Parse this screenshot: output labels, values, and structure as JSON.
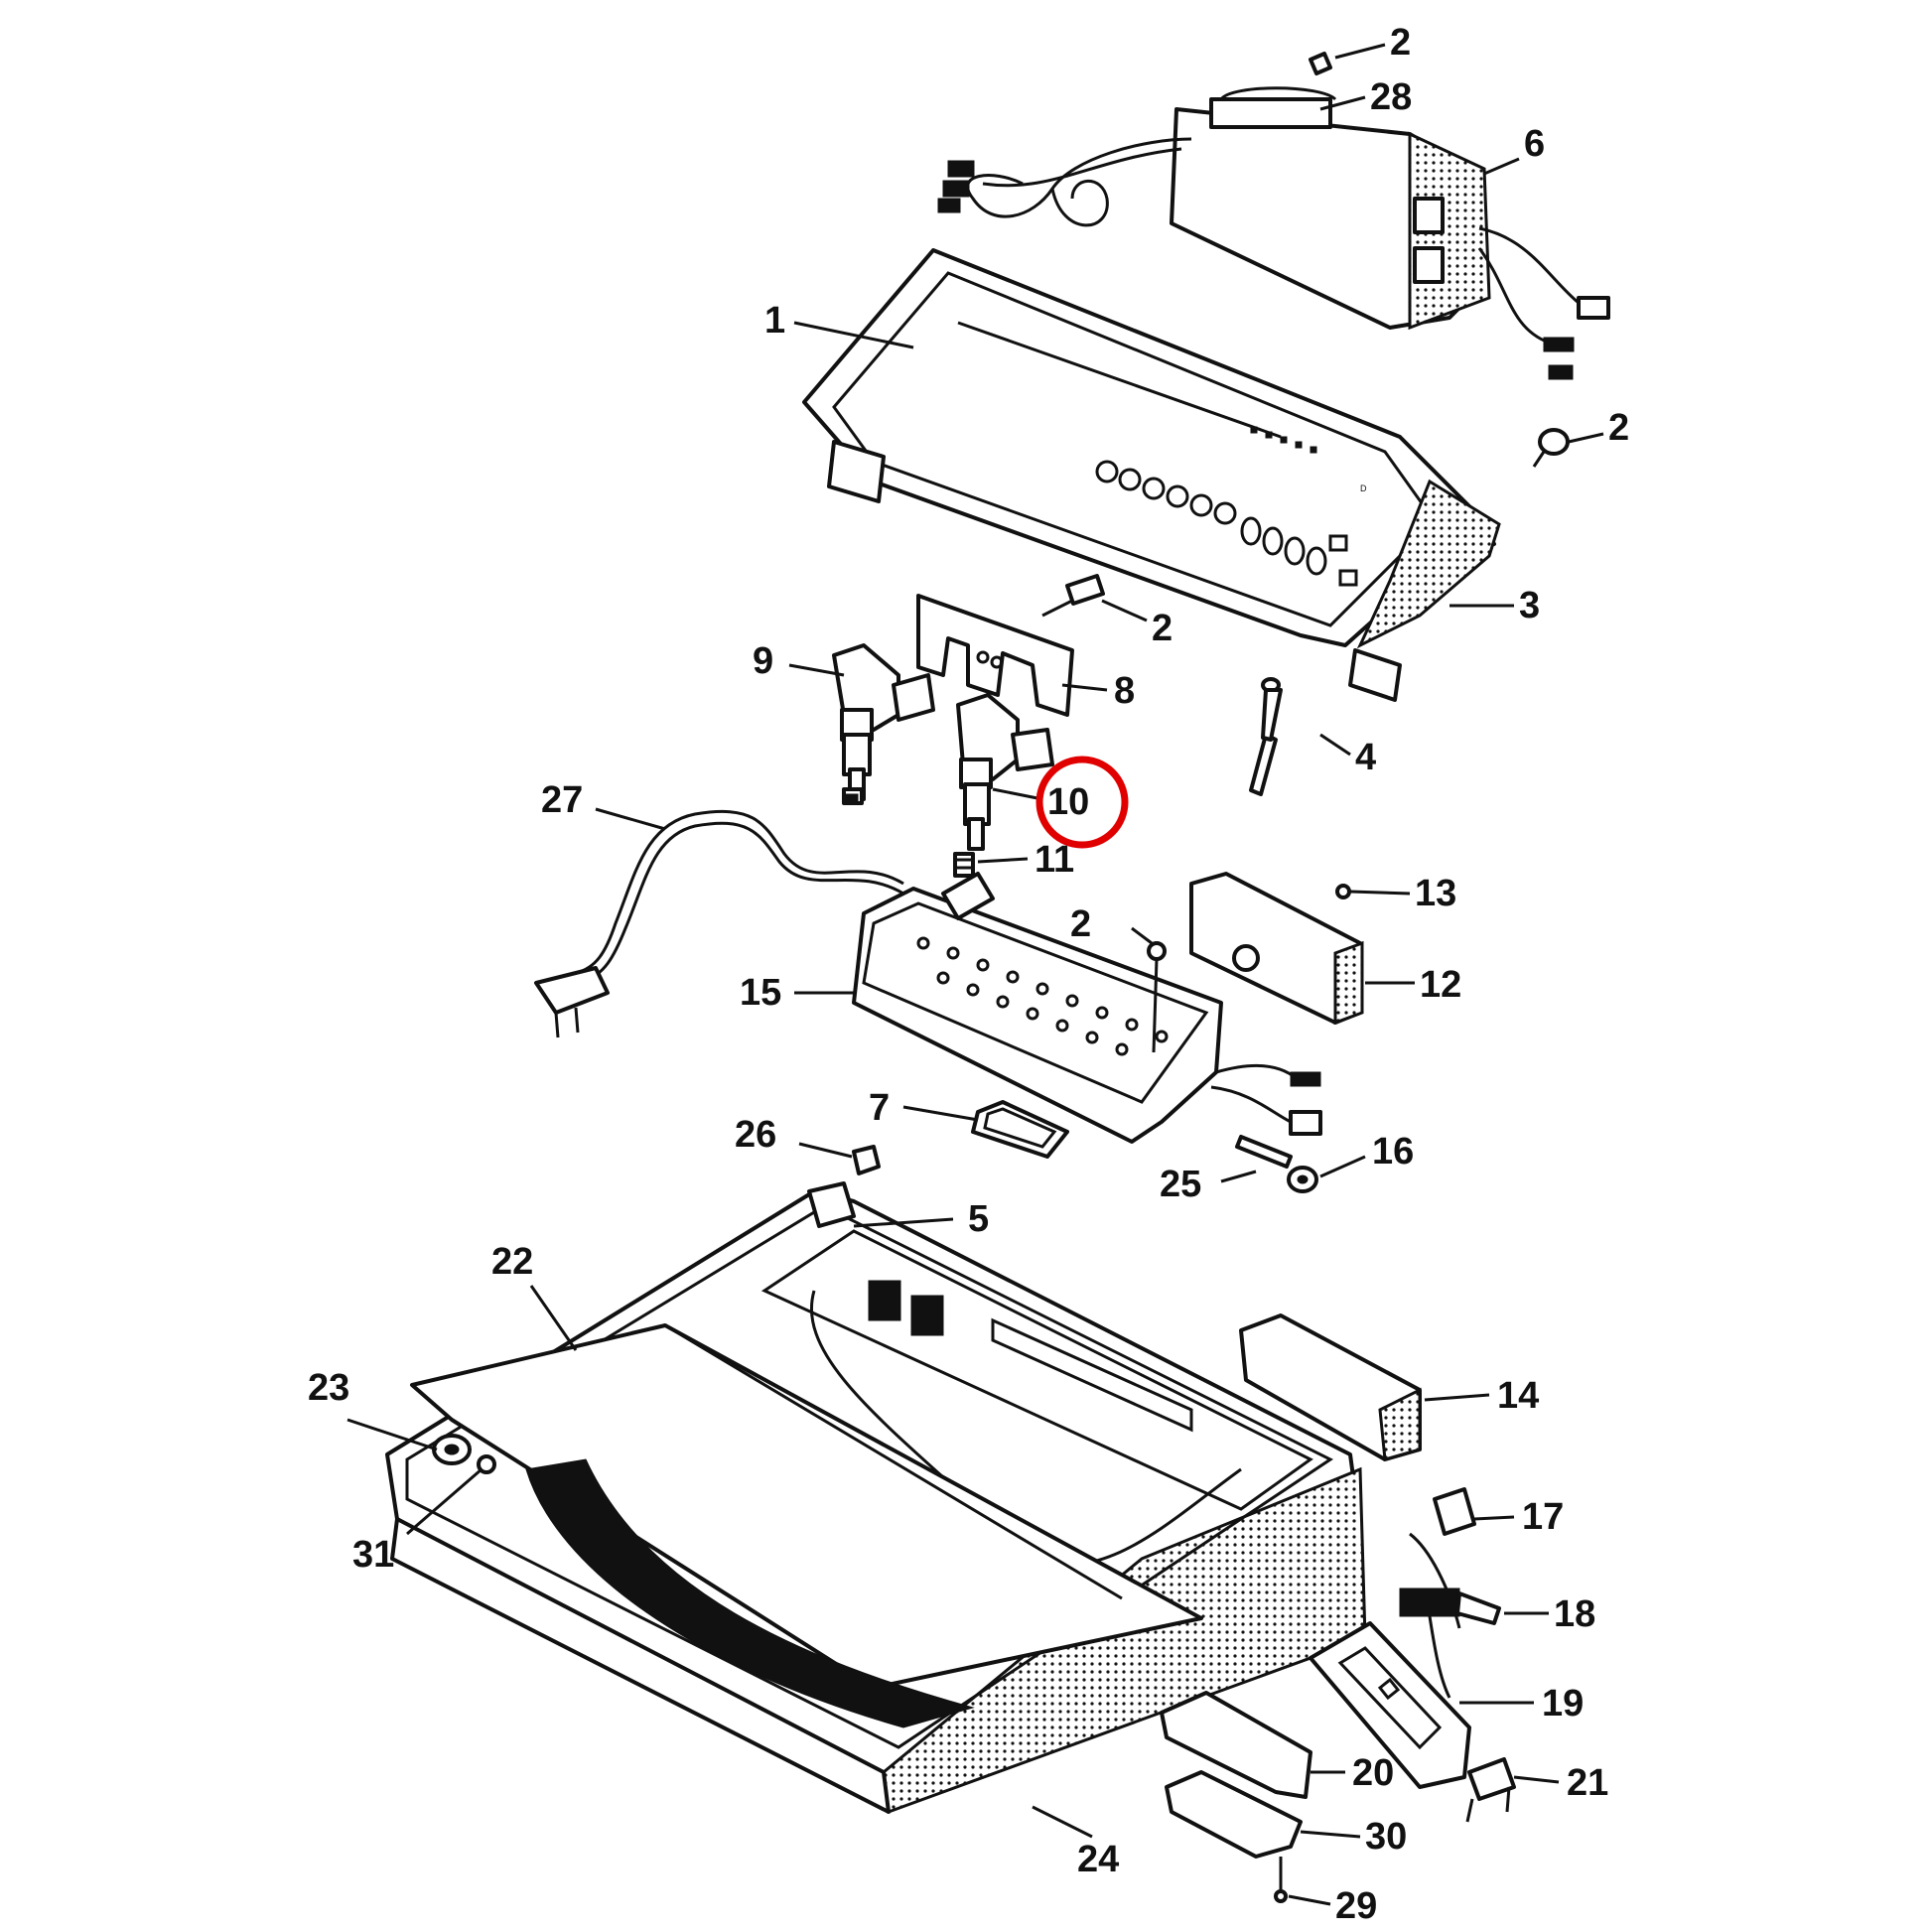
{
  "diagram": {
    "highlight_color": "#e00000",
    "highlighted_callout": "10",
    "callouts": {
      "c1": "1",
      "c2a": "2",
      "c2b": "2",
      "c2c": "2",
      "c2d": "2",
      "c3": "3",
      "c4": "4",
      "c5": "5",
      "c6": "6",
      "c7": "7",
      "c8": "8",
      "c9": "9",
      "c10": "10",
      "c11": "11",
      "c12": "12",
      "c13": "13",
      "c14": "14",
      "c15": "15",
      "c16": "16",
      "c17": "17",
      "c18": "18",
      "c19": "19",
      "c20": "20",
      "c21": "21",
      "c22": "22",
      "c23": "23",
      "c24": "24",
      "c25": "25",
      "c26": "26",
      "c27": "27",
      "c28": "28",
      "c29": "29",
      "c30": "30",
      "c31": "31"
    }
  }
}
